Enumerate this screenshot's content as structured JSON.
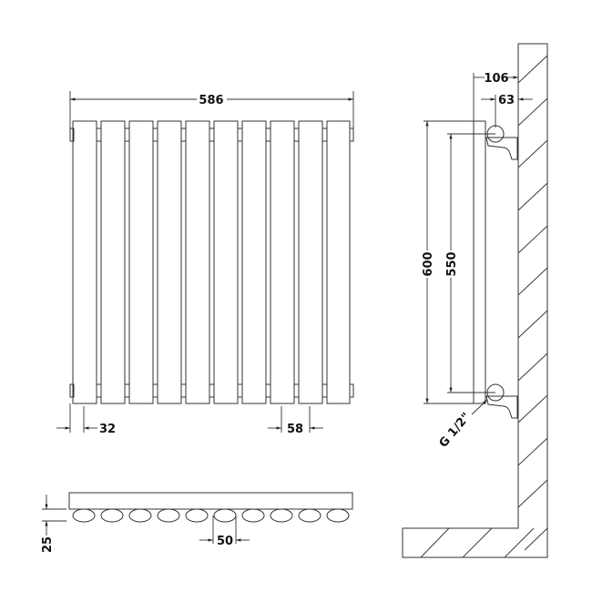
{
  "drawing": {
    "type": "radiator technical drawing",
    "front_view": {
      "panel_count": 10,
      "dimensions": {
        "overall_width": "586",
        "edge_to_first_panel": "32",
        "panel_pitch": "58"
      }
    },
    "side_view": {
      "dimensions": {
        "overall_height": "600",
        "pipe_centres": "550",
        "wall_to_front": "106",
        "wall_to_pipe_centre": "63",
        "pipe_connection": "G 1/2\""
      }
    },
    "plan_view": {
      "panel_count": 10,
      "dimensions": {
        "panel_depth": "25",
        "panel_width": "50"
      }
    }
  }
}
